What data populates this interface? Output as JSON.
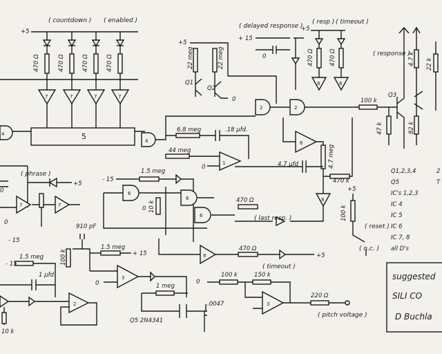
{
  "labels": {
    "countdown": "( countdown )",
    "enabled": "( enabled )",
    "delayed_response": "( delayed response )",
    "resp": "( resp )",
    "timeout_top": "( timeout )",
    "response": "( response )",
    "phrase": "( phrase )",
    "last_resp": "( last resp. )",
    "timeout_bottom": "( timeout )",
    "reset": "( reset )",
    "nc": "( n.c. )",
    "pitch_voltage": "( pitch voltage )",
    "q5_part": "Q5  2N4341"
  },
  "rails": {
    "plus5": "+5",
    "plus15": "+ 15",
    "minus15": "- 15",
    "zero": "0"
  },
  "components": {
    "r470": "470 Ω",
    "r22meg": "22 meg",
    "q1": "Q1",
    "q2": "Q2",
    "q3": "Q3",
    "r68meg": "6.8 meg",
    "c18": ".18 μfd.",
    "r44meg": "44 meg",
    "r15meg": "1.5 meg",
    "r10k": "10 k",
    "r470ohm": "470 Ω",
    "c47": "4.7 μfd",
    "r47meg": "4.7 meg",
    "r470k": "470 k",
    "r100k": "100 k",
    "r47k": "47 k",
    "r4_7k": "4.7 k",
    "r82k": "82 k",
    "r22k": "22 k",
    "c910": "910 pF",
    "c1ufd": "1 μfd",
    "r1meg": "1 meg",
    "c0047": ".0047",
    "r150k": "150 k",
    "r220": "220 Ω"
  },
  "ic_numbers": {
    "ic5": "5",
    "ic1": "1",
    "ic2": "2",
    "ic3": "3",
    "ic4": "4",
    "ic6": "6",
    "ic7": "7",
    "ic8": "8"
  },
  "legend": {
    "q_row": "Q1,2,3,4",
    "q5_row": "Q5",
    "ic123": "IC's 1,2,3",
    "ic4": "IC 4",
    "ic5": "IC 5",
    "ic6": "IC 6",
    "ic78": "IC 7, 8",
    "diodes": "all D's",
    "col2_a": "2",
    "col2_b": "T"
  },
  "title_block": {
    "line1": "suggested",
    "line2": "SILI  CO",
    "line3": "D Buchla"
  }
}
